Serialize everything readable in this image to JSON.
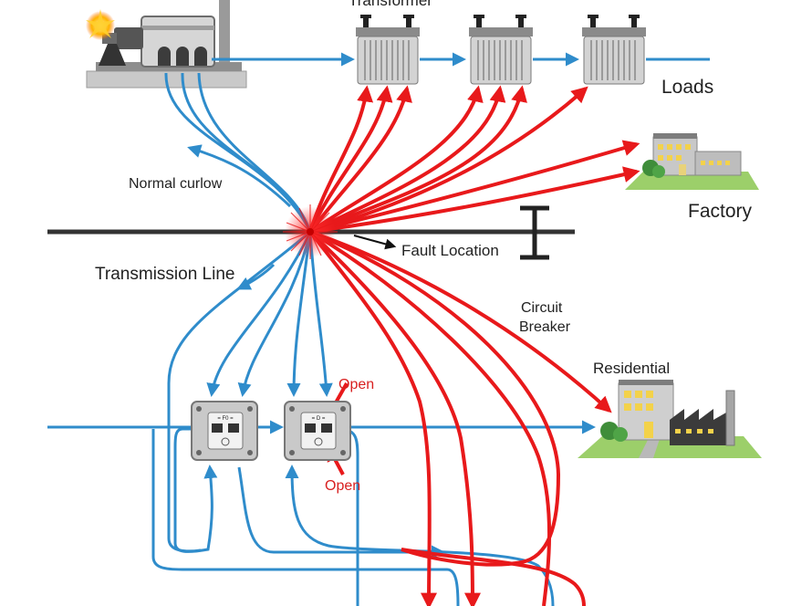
{
  "labels": {
    "transformer": "Transformer",
    "loads": "Loads",
    "normal_flow": "Normal curlow",
    "factory": "Factory",
    "fault_location": "Fault Location",
    "transmission_line": "Transmission Line",
    "circuit_breaker_line1": "Circuit",
    "circuit_breaker_line2": "Breaker",
    "residential": "Residential",
    "open_top": "Open",
    "open_bottom": "Open"
  },
  "colors": {
    "normal_flow": "#2f8ccb",
    "fault_current": "#e8191b",
    "transmission_line": "#333333"
  }
}
